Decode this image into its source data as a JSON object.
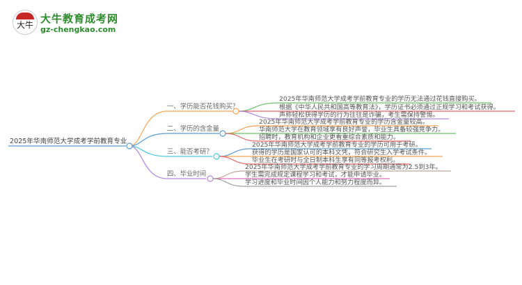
{
  "logo": {
    "mark_glyph": "大牛",
    "title": "大牛教育成考网",
    "url": "gz-chengkao.com"
  },
  "mindmap": {
    "root": "2025年华南师范大学成考学前教育专业",
    "branches": [
      {
        "label": "一、学历能否花钱购买？",
        "color": "#f7a552",
        "leaves": [
          {
            "text": "2025年华南师范大学成考学前教育专业的学历无法通过花钱直接购买。",
            "color": "#6cc06c"
          },
          {
            "text": "根据《中华人民共和国高等教育法》，学历证书必须通过正规学习和考试获得。",
            "color": "#e86868"
          },
          {
            "text": "声称轻松获得学历的行为往往是诈骗，考生需保持警惕。",
            "color": "#b388dd"
          }
        ]
      },
      {
        "label": "二、学历的含金量",
        "color": "#5b9bd5",
        "leaves": [
          {
            "text": "2025年华南师范大学成考学前教育专业的学历含金量较高。",
            "color": "#f7a552"
          },
          {
            "text": "华南师范大学在教育领域享有良好声誉，毕业生具备较强竞争力。",
            "color": "#6cc06c"
          },
          {
            "text": "招聘时，教育机构和企业更看重综合素质和能力。",
            "color": "#e86868"
          }
        ]
      },
      {
        "label": "三、能否考研？",
        "color": "#4dc8d8",
        "leaves": [
          {
            "text": "2025年华南师范大学成考学前教育专业的学历可用于考研。",
            "color": "#5b9bd5"
          },
          {
            "text": "获得的学历是国家认可的本科文凭，符合研究生入学考试条件。",
            "color": "#f7a552"
          },
          {
            "text": "毕业生在考研时与全日制本科生享有同等报考权利。",
            "color": "#e86868"
          }
        ]
      },
      {
        "label": "四、毕业时间",
        "color": "#b388dd",
        "leaves": [
          {
            "text": "2025年华南师范大学成考学前教育专业的学习周期通常为2.5到3年。",
            "color": "#c4a39a"
          },
          {
            "text": "学生需完成规定课程学习和考试，才能申请毕业。",
            "color": "#e070c0"
          },
          {
            "text": "学习进度和毕业时间因个人能力和努力程度而异。",
            "color": "#a0a0a0"
          }
        ]
      }
    ]
  }
}
